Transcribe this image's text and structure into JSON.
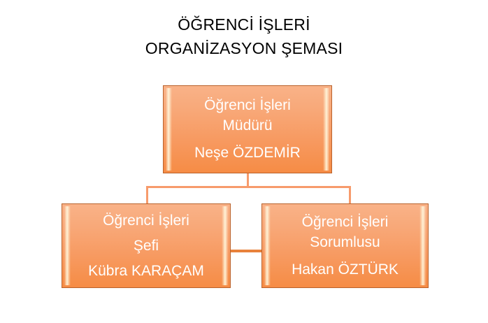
{
  "title": {
    "line1": "ÖĞRENCİ İŞLERİ",
    "line2": "ORGANİZASYON ŞEMASI"
  },
  "colors": {
    "box_fill_light": "#f9b288",
    "box_fill_dark": "#f68c45",
    "box_border": "#b9622c",
    "box_text": "#ffffff",
    "connector": "#f79b6c",
    "connector_dark": "#e8813b",
    "title_text": "#000000",
    "background": "#ffffff"
  },
  "chart_data": {
    "type": "diagram",
    "title": "ÖĞRENCİ İŞLERİ ORGANİZASYON ŞEMASI",
    "nodes": [
      {
        "id": "director",
        "role_line1": "Öğrenci İşleri",
        "role_line2": "Müdürü",
        "person": "Neşe ÖZDEMİR",
        "level": 0
      },
      {
        "id": "chief",
        "role_line1": "Öğrenci İşleri",
        "role_line2": "Şefi",
        "person": "Kübra KARAÇAM",
        "level": 1
      },
      {
        "id": "officer",
        "role_line1": "Öğrenci İşleri",
        "role_line2": "Sorumlusu",
        "person": "Hakan ÖZTÜRK",
        "level": 1
      }
    ],
    "edges": [
      {
        "from": "director",
        "to": "chief"
      },
      {
        "from": "director",
        "to": "officer"
      },
      {
        "from": "chief",
        "to": "officer"
      }
    ]
  }
}
